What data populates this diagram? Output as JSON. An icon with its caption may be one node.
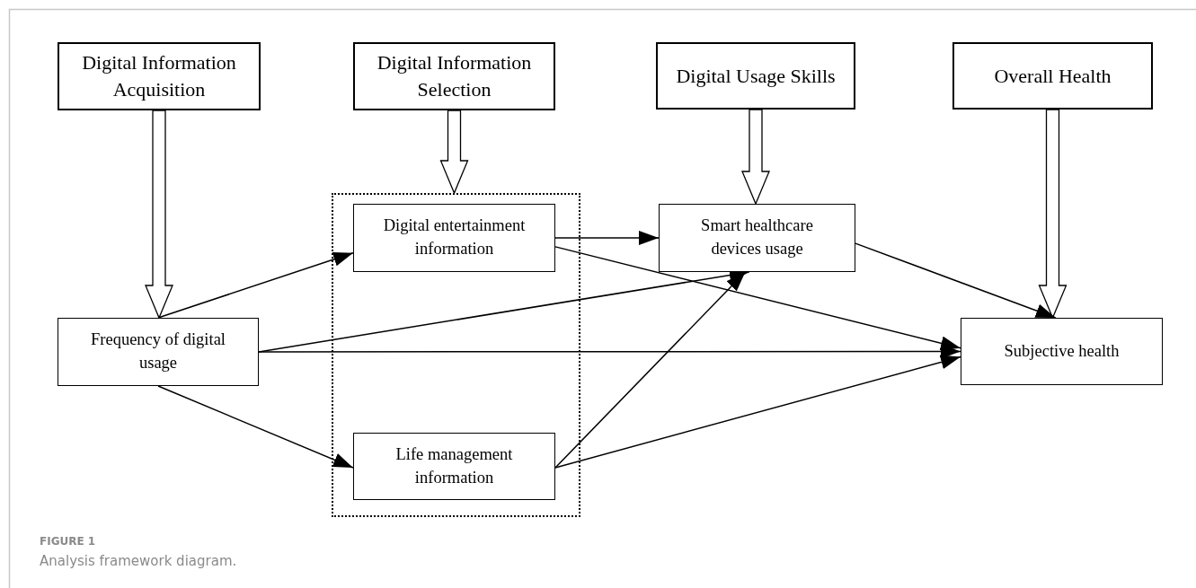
{
  "diagram": {
    "caption": "Analysis framework diagram.",
    "nodes": [
      {
        "text": [
          "Digital Information Acquisition"
        ]
      },
      {
        "text": [
          "Digital Information Selection"
        ]
      },
      {
        "text": [
          "Digital Usage Skills"
        ]
      },
      {
        "text": [
          "Overall Health"
        ]
      },
      {
        "text": [],
        "shape": "box"
      },
      {
        "text": [
          "Digital entertainment information"
        ],
        "in": 4
      },
      {
        "text": [
          "Life management information"
        ],
        "in": 4
      },
      {
        "text": [
          "Frequency of digital usage"
        ]
      },
      {
        "text": [
          "Smart healthcare devices usage"
        ]
      },
      {
        "text": [
          "Subjective health"
        ]
      }
    ],
    "edges": [
      {
        "from": 0,
        "to": 7,
        "arrow": "to",
        "style": "thick"
      },
      {
        "from": 1,
        "to": 4,
        "arrow": "to",
        "style": "thick"
      },
      {
        "from": 2,
        "to": 8,
        "arrow": "to",
        "style": "thick"
      },
      {
        "from": 3,
        "to": 9,
        "arrow": "to",
        "style": "thick"
      },
      {
        "from": 7,
        "to": 5,
        "arrow": "to"
      },
      {
        "from": 7,
        "to": 6,
        "arrow": "to"
      },
      {
        "from": 7,
        "to": 8,
        "arrow": "to"
      },
      {
        "from": 7,
        "to": 9,
        "arrow": "to"
      },
      {
        "from": 5,
        "to": 8,
        "arrow": "to"
      },
      {
        "from": 5,
        "to": 9,
        "arrow": "to"
      },
      {
        "from": 6,
        "to": 8,
        "arrow": "to"
      },
      {
        "from": 6,
        "to": 9,
        "arrow": "to"
      },
      {
        "from": 8,
        "to": 9,
        "arrow": "to"
      }
    ],
    "labels": [
      "FIGURE 1"
    ]
  }
}
